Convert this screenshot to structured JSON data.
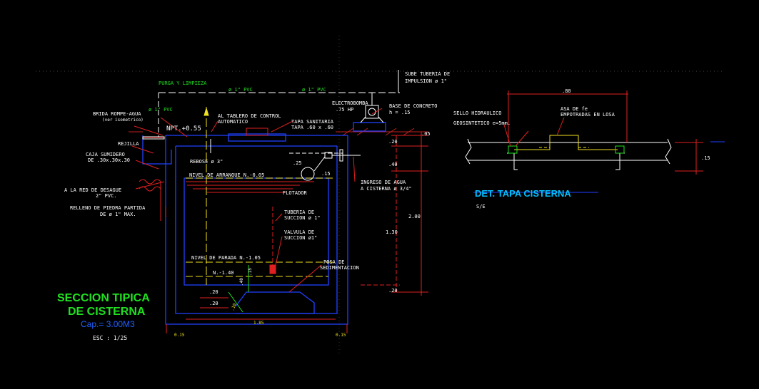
{
  "drawing": {
    "section_title_line1": "SECCION TIPICA",
    "section_title_line2": "DE CISTERNA",
    "capacity": "Cap.= 3.00M3",
    "scale": "ESC : 1/25",
    "detail_title": "DET. TAPA CISTERNA",
    "detail_scale": "S/E"
  },
  "labels": {
    "purga": "PURGA Y LIMPIEZA",
    "pvc1": "ø 1\" PVC",
    "pvc2": "ø 1\" PVC",
    "pvc3": "ø 1\" PVC",
    "sube_tuberia_1": "SUBE TUBERIA DE",
    "sube_tuberia_2": "IMPULSION ø 1\"",
    "electrobomba_1": "ELECTROBOMBA",
    "electrobomba_2": ".75 HP",
    "base_concreto_1": "BASE DE CONCRETO",
    "base_concreto_2": "h = .15",
    "brida_1": "BRIDA ROMPE-AGUA",
    "brida_2": "(ver isometrico)",
    "npt": "NPT.+0.55",
    "tablero_1": "AL TABLERO DE CONTROL",
    "tablero_2": "AUTOMATICO",
    "tapa_1": "TAPA SANITARIA",
    "tapa_2": "TAPA .60 x .60",
    "rejilla": "REJILLA",
    "caja_1": "CAJA SUMIDERO",
    "caja_2": "DE .30x.30x.30",
    "rebose": "REBOSE ø 3\"",
    "nivel_arranque": "NIVEL DE ARRANQUE   N.-0.05",
    "desague_1": "A LA RED DE DESAGUE",
    "desague_2": "2\" PVC.",
    "relleno_1": "RELLENO DE PIEDRA PARTIDA",
    "relleno_2": "DE ø 1\" MAX.",
    "flotador": "FLOTADOR",
    "ingreso_1": "INGRESO DE AGUA",
    "ingreso_2": "A CISTERNA ø 3/4\"",
    "tuberia_succion_1": "TUBERIA DE",
    "tuberia_succion_2": "SUCCION ø 1\"",
    "valvula_1": "VALVULA DE",
    "valvula_2": "SUCCION ø1\"",
    "nivel_parada": "NIVEL DE PARADA   N.-1.05",
    "n140": "N.-1.40",
    "poza_1": "POSA DE",
    "poza_2": "SEDIMENTACION",
    "sello": "SELLO HIDRAULICO",
    "geosintetico": "GEOSINTETICO e=5mm.",
    "asa_1": "ASA DE fe",
    "asa_2": "EMPOTRADAS EN LOSA"
  },
  "dims": {
    "d05": ".05",
    "d20a": ".20",
    "d40": ".40",
    "d200": "2.00",
    "d130": "1.30",
    "d20b": ".20",
    "d25": ".25",
    "d15": ".15",
    "d20c": ".20",
    "d20d": ".20",
    "d40b": ".40",
    "d15b": ".15",
    "dvert": ".10",
    "d185": "1.85",
    "d015a": "0.15",
    "d015b": "0.15",
    "d80": ".80",
    "d15c": ".15"
  }
}
